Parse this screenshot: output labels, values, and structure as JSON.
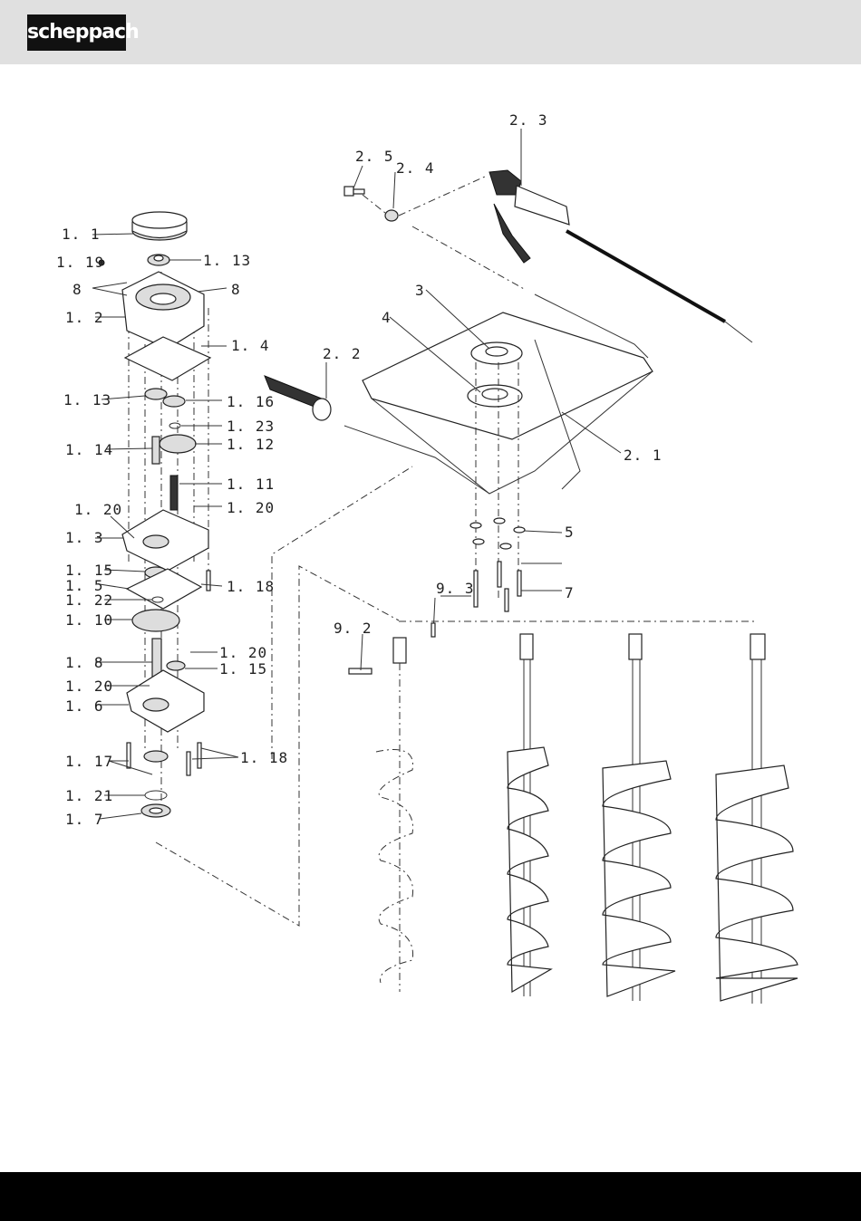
{
  "brand": {
    "logo_text": "scheppach"
  },
  "labels": {
    "l_1_1": "1. 1",
    "l_1_13a": "1. 13",
    "l_1_19": "1. 19",
    "l_8a": "8",
    "l_8b": "8",
    "l_1_2": "1. 2",
    "l_1_4": "1. 4",
    "l_1_13b": "1. 13",
    "l_1_16": "1. 16",
    "l_1_23": "1. 23",
    "l_1_14": "1. 14",
    "l_1_12": "1. 12",
    "l_1_11": "1. 11",
    "l_1_20a": "1. 20",
    "l_1_20b": "1. 20",
    "l_1_3": "1. 3",
    "l_1_15a": "1. 15",
    "l_1_18a": "1. 18",
    "l_1_5": "1. 5",
    "l_1_22": "1. 22",
    "l_1_10": "1. 10",
    "l_1_20c": "1. 20",
    "l_1_8": "1. 8",
    "l_1_15b": "1. 15",
    "l_1_20d": "1. 20",
    "l_1_6": "1. 6",
    "l_1_17": "1. 17",
    "l_1_18b": "1. 18",
    "l_1_21": "1. 21",
    "l_1_7": "1. 7",
    "l_2_3": "2. 3",
    "l_2_5": "2. 5",
    "l_2_4": "2. 4",
    "l_3": "3",
    "l_4": "4",
    "l_2_2": "2. 2",
    "l_2_1": "2. 1",
    "l_5": "5",
    "l_7": "7",
    "l_9_3": "9. 3",
    "l_9_2": "9. 2"
  }
}
